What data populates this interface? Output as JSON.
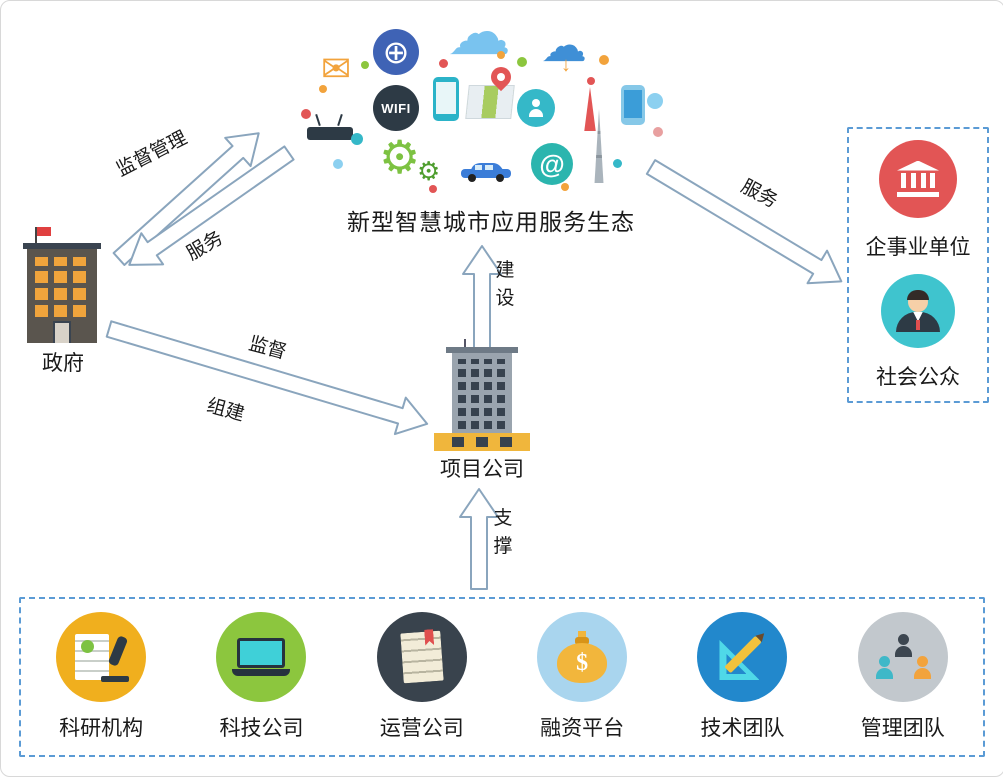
{
  "cloud": {
    "title": "新型智慧城市应用服务生态",
    "icons": {
      "mail": "✉",
      "globe": "⊕",
      "big_cloud": "☁",
      "download_cloud": "☁",
      "download_arrow": "↓",
      "wifi": "WIFI",
      "gear_big": "⚙",
      "gear_small": "⚙",
      "at": "@"
    }
  },
  "nodes": {
    "government": "政府",
    "project_company": "项目公司"
  },
  "edges": {
    "supervise_manage": "监督管理",
    "service_left": "服务",
    "service_right": "服务",
    "supervise": "监督",
    "form": "组建",
    "build": "建设",
    "support": "支撑"
  },
  "right_panel": {
    "items": [
      {
        "label": "企事业单位"
      },
      {
        "label": "社会公众"
      }
    ]
  },
  "bottom_panel": {
    "items": [
      {
        "label": "科研机构"
      },
      {
        "label": "科技公司"
      },
      {
        "label": "运营公司"
      },
      {
        "label": "融资平台"
      },
      {
        "label": "技术团队"
      },
      {
        "label": "管理团队"
      }
    ]
  },
  "misc": {
    "dollar": "$"
  }
}
